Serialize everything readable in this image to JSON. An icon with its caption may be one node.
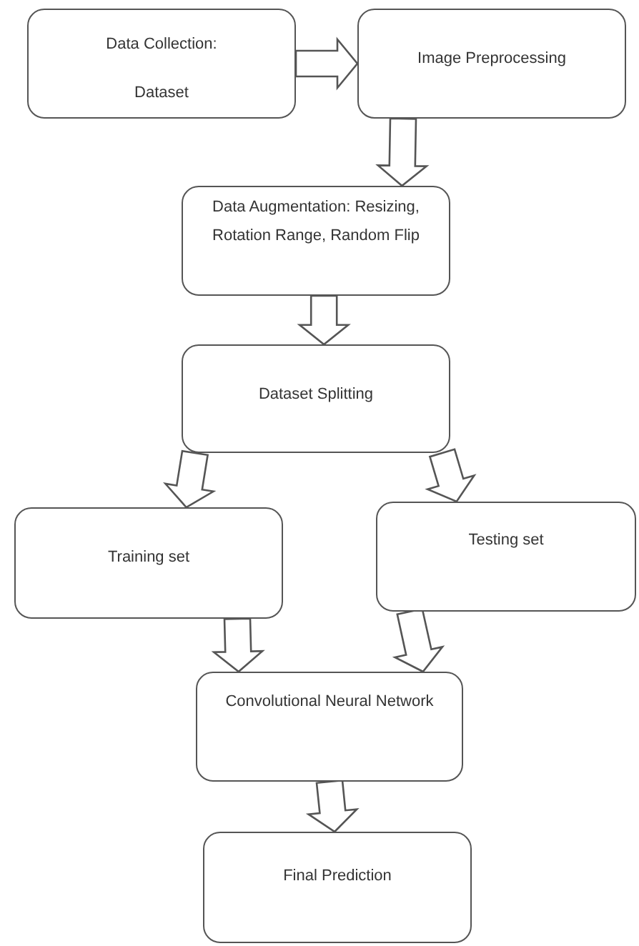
{
  "diagram": {
    "nodes": [
      {
        "text": [
          "Data Collection:",
          "Dataset"
        ]
      },
      {
        "text": [
          "Image Preprocessing"
        ]
      },
      {
        "text": [
          "Data Augmentation: Resizing, Rotation Range, Random Flip"
        ]
      },
      {
        "text": [
          "Dataset Splitting"
        ]
      },
      {
        "text": [
          "Training set"
        ]
      },
      {
        "text": [
          "Testing set"
        ]
      },
      {
        "text": [
          "Convolutional Neural Network"
        ]
      },
      {
        "text": [
          "Final Prediction"
        ]
      }
    ],
    "edges": [
      {
        "from": 0,
        "to": 1,
        "arrow": "to"
      },
      {
        "from": 1,
        "to": 2,
        "arrow": "to"
      },
      {
        "from": 2,
        "to": 3,
        "arrow": "to"
      },
      {
        "from": 3,
        "to": 4,
        "arrow": "to"
      },
      {
        "from": 3,
        "to": 5,
        "arrow": "to"
      },
      {
        "from": 4,
        "to": 6,
        "arrow": "to"
      },
      {
        "from": 5,
        "to": 6,
        "arrow": "to"
      },
      {
        "from": 6,
        "to": 7,
        "arrow": "to"
      }
    ]
  }
}
